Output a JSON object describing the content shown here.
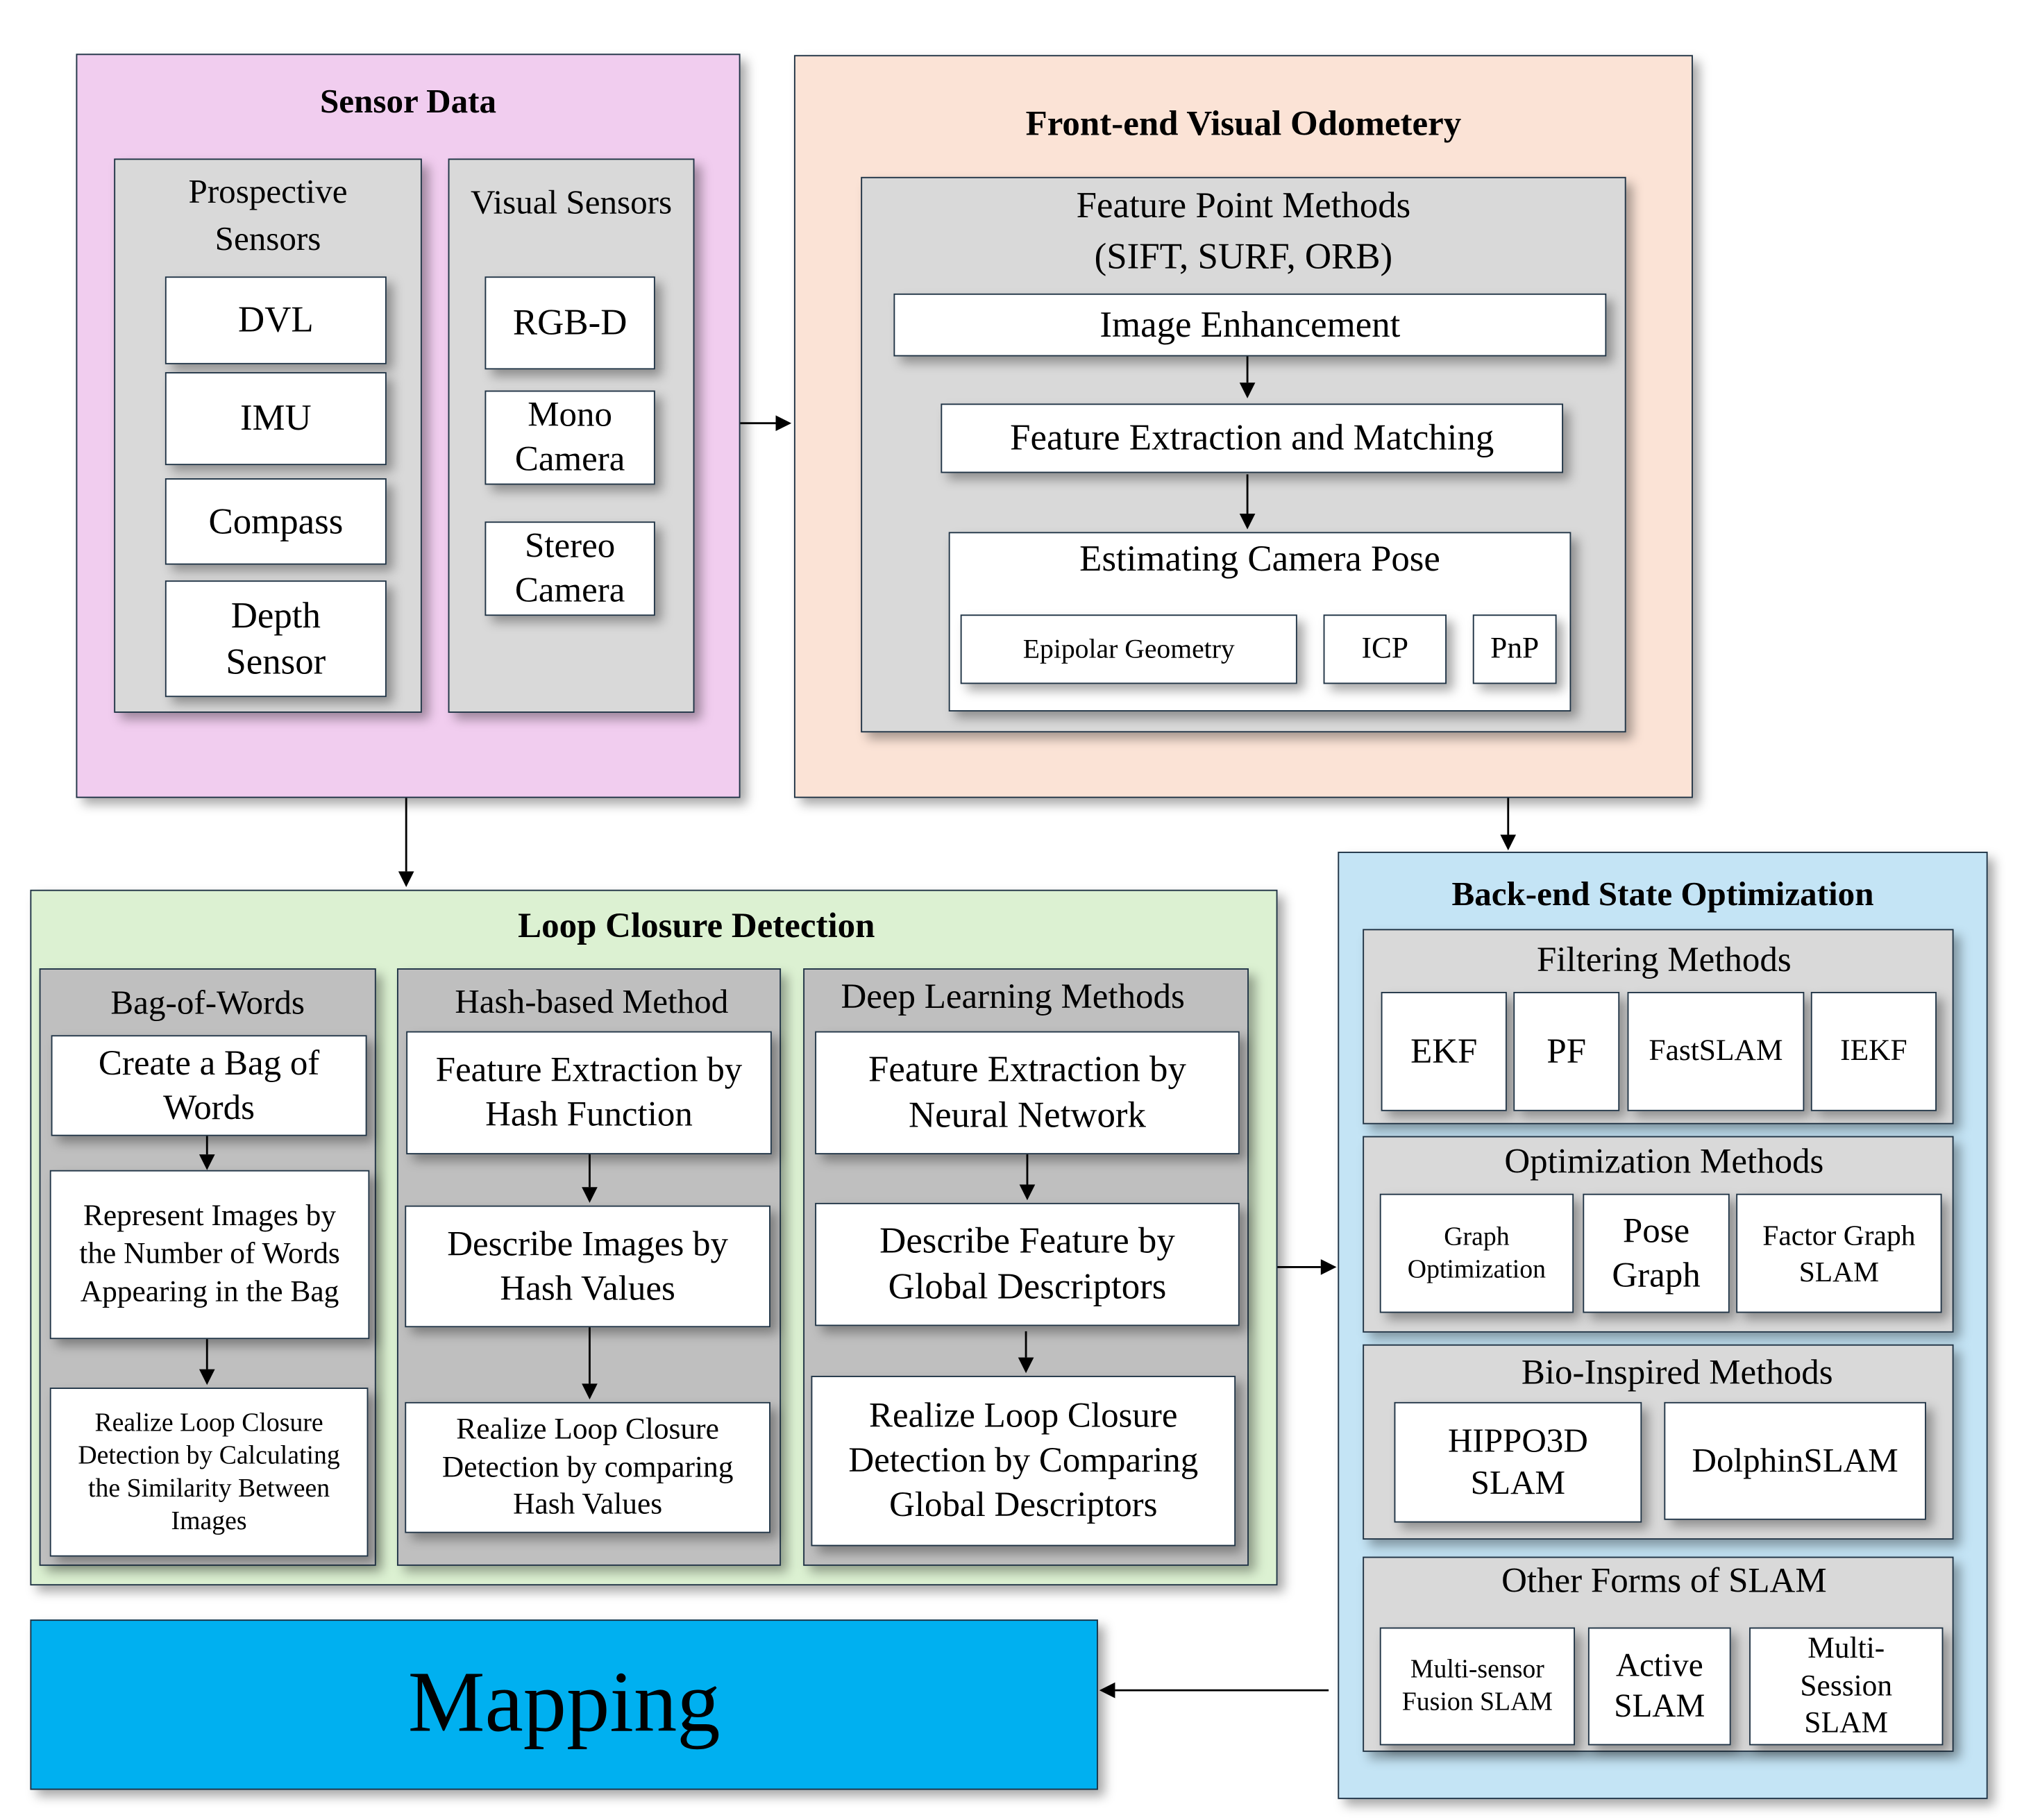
{
  "colors": {
    "sensor_panel": "#f1cdef",
    "frontend_panel": "#fbe3d6",
    "loop_panel": "#dcf1d2",
    "backend_panel": "#c4e4f5",
    "group_gray": "#d9d9d9",
    "loop_group_gray": "#bfbfbf",
    "mapping": "#00b0f0",
    "border": "#1f3345"
  },
  "sensor": {
    "title": "Sensor Data",
    "prospective": {
      "title": "Prospective\nSensors",
      "items": [
        "DVL",
        "IMU",
        "Compass",
        "Depth\nSensor"
      ]
    },
    "visual": {
      "title": "Visual Sensors",
      "items": [
        "RGB-D",
        "Mono\nCamera",
        "Stereo\nCamera"
      ]
    }
  },
  "frontend": {
    "title": "Front-end Visual Odometery",
    "feature_point": {
      "title": "Feature Point Methods\n(SIFT, SURF, ORB)",
      "steps": [
        "Image Enhancement",
        "Feature Extraction and Matching"
      ],
      "pose": {
        "title": "Estimating Camera Pose",
        "items": [
          "Epipolar Geometry",
          "ICP",
          "PnP"
        ]
      }
    }
  },
  "loop": {
    "title": "Loop Closure Detection",
    "groups": [
      {
        "title": "Bag-of-Words",
        "steps": [
          "Create a Bag of\nWords",
          "Represent Images by\nthe Number of Words\nAppearing in the Bag",
          "Realize Loop Closure\nDetection by Calculating\nthe Similarity Between\nImages"
        ]
      },
      {
        "title": "Hash-based Method",
        "steps": [
          "Feature Extraction by\nHash Function",
          "Describe Images by\nHash Values",
          "Realize Loop Closure\nDetection by comparing\nHash Values"
        ]
      },
      {
        "title": "Deep Learning Methods",
        "steps": [
          "Feature Extraction by\nNeural Network",
          "Describe Feature by\nGlobal Descriptors",
          "Realize Loop Closure\nDetection by Comparing\nGlobal Descriptors"
        ]
      }
    ]
  },
  "backend": {
    "title": "Back-end State Optimization",
    "groups": [
      {
        "title": "Filtering Methods",
        "items": [
          "EKF",
          "PF",
          "FastSLAM",
          "IEKF"
        ]
      },
      {
        "title": "Optimization Methods",
        "items": [
          "Graph\nOptimization",
          "Pose\nGraph",
          "Factor Graph\nSLAM"
        ]
      },
      {
        "title": "Bio-Inspired Methods",
        "items": [
          "HIPPO3D\nSLAM",
          "DolphinSLAM"
        ]
      },
      {
        "title": "Other Forms of SLAM",
        "items": [
          "Multi-sensor\nFusion SLAM",
          "Active\nSLAM",
          "Multi-\nSession\nSLAM"
        ]
      }
    ]
  },
  "mapping": {
    "title": "Mapping"
  }
}
